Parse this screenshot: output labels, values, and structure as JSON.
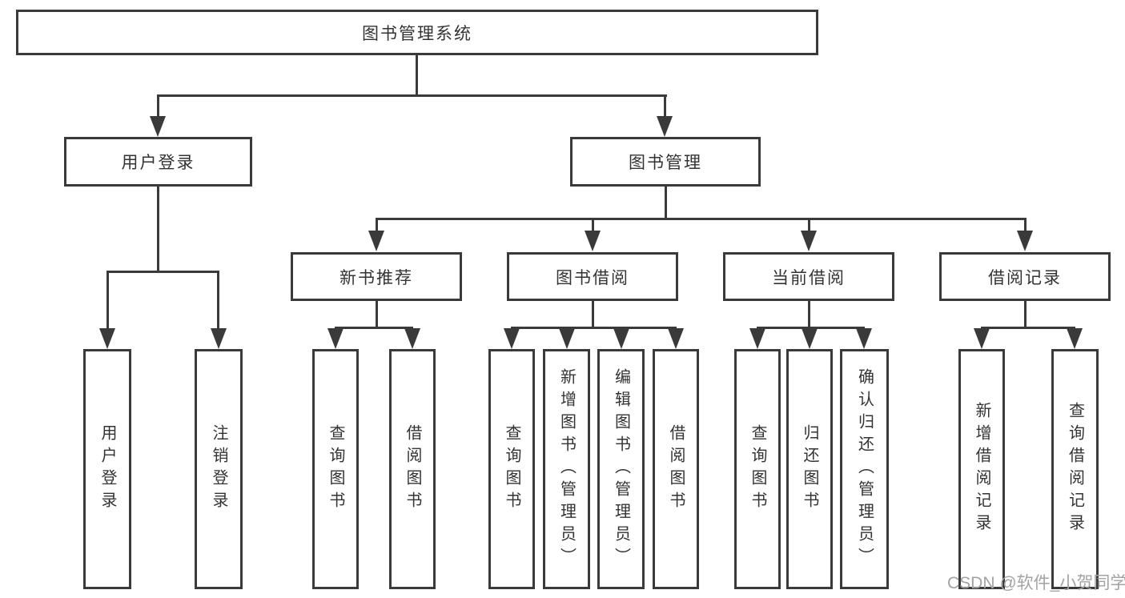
{
  "tree": {
    "root": {
      "label": "图书管理系统",
      "children": [
        {
          "label": "用户登录",
          "children": [
            {
              "label": "用户登录"
            },
            {
              "label": "注销登录"
            }
          ]
        },
        {
          "label": "图书管理",
          "children": [
            {
              "label": "新书推荐",
              "children": [
                {
                  "label": "查询图书"
                },
                {
                  "label": "借阅图书"
                }
              ]
            },
            {
              "label": "图书借阅",
              "children": [
                {
                  "label": "查询图书"
                },
                {
                  "label": "新增图书（管理员）"
                },
                {
                  "label": "编辑图书（管理员）"
                },
                {
                  "label": "借阅图书"
                }
              ]
            },
            {
              "label": "当前借阅",
              "children": [
                {
                  "label": "查询图书"
                },
                {
                  "label": "归还图书"
                },
                {
                  "label": "确认归还（管理员）"
                }
              ]
            },
            {
              "label": "借阅记录",
              "children": [
                {
                  "label": "新增借阅记录"
                },
                {
                  "label": "查询借阅记录"
                }
              ]
            }
          ]
        }
      ]
    }
  },
  "watermark": {
    "text": "CSDN @软件_小贺同学"
  },
  "colors": {
    "line": "#3a3a3a",
    "box_border": "#3a3a3a",
    "text": "#333333",
    "watermark": "#a3a3a3",
    "background": "#ffffff"
  }
}
